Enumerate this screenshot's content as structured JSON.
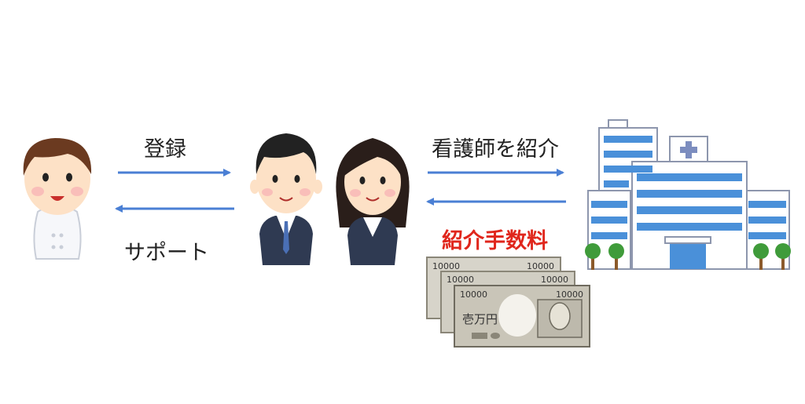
{
  "labels": {
    "register": "登録",
    "support": "サポート",
    "introduce": "看護師を紹介",
    "fee": "紹介手数料"
  },
  "banknote": {
    "value_text": "10000",
    "kanji": "壱万円"
  },
  "colors": {
    "arrow": "#4a7fd4",
    "fee_text": "#e0261c",
    "suit": "#2f3a52",
    "building_window": "#4a90d9",
    "banknote": "#c9c5b8"
  }
}
